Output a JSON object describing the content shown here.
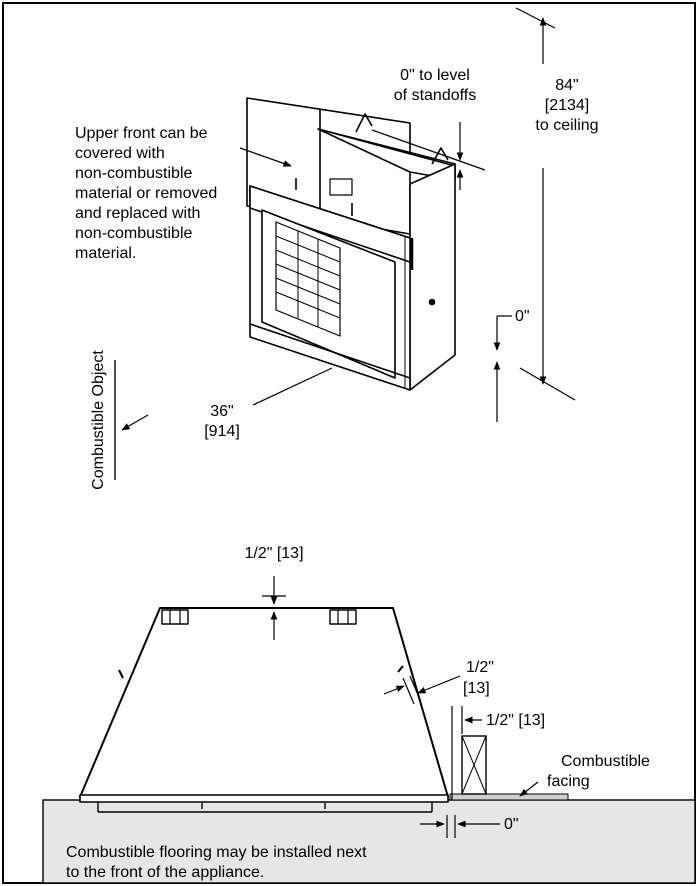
{
  "top_view": {
    "upper_front_note": [
      "Upper front can be",
      "covered with",
      "non-combustible",
      "material or removed",
      "and replaced with",
      "non-combustible",
      "material."
    ],
    "standoffs_label": [
      "0\" to level",
      "of standoffs"
    ],
    "ceiling_label": [
      "84\"",
      "[2134]",
      "to ceiling"
    ],
    "side_zero_label": "0\"",
    "width_label": [
      "36\"",
      "[914]"
    ],
    "combustible_object_label": "Combustible Object"
  },
  "plan_view": {
    "top_clearance_label": "1/2\" [13]",
    "side_clearance_label": [
      "1/2\"",
      "[13]"
    ],
    "facing_clearance_label": "1/2\" [13]",
    "facing_label": [
      "Combustible",
      "facing"
    ],
    "floor_zero_label": "0\"",
    "flooring_note": [
      "Combustible flooring may be installed next",
      "to the front of the appliance."
    ]
  },
  "colors": {
    "line": "#000000",
    "floor_fill": "#e6e6e6",
    "facing_fill": "#cfcfcf"
  }
}
